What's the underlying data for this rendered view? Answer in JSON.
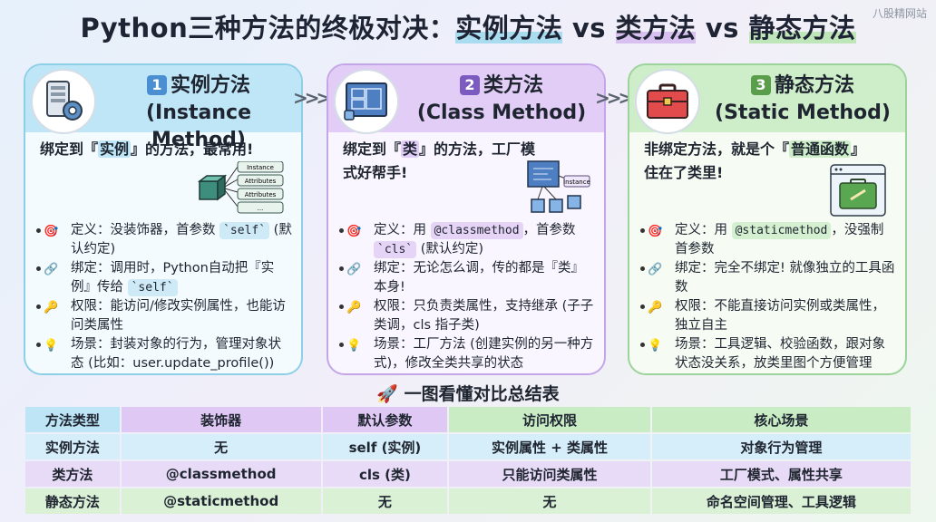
{
  "header": {
    "title_prefix": "Python三种方法的终极对决：",
    "title_part1": "实例方法",
    "vs1": " vs ",
    "title_part2": "类方法",
    "vs2": " vs ",
    "title_part3": "静态方法",
    "watermark": "八股精网站"
  },
  "cards": [
    {
      "num": "1",
      "title": "实例方法",
      "subtitle": "(Instance Method)",
      "desc_pre": "绑定到『",
      "desc_mark": "实例",
      "desc_post": "』的方法，最常用!",
      "illus_labels": [
        "Instance",
        "Attributes",
        "Attributes",
        "..."
      ],
      "bullets": [
        {
          "emoji": "🎯",
          "pre": "定义：没装饰器，首参数 ",
          "code": "`self`",
          "post": " (默认约定)"
        },
        {
          "emoji": "🔗",
          "pre": "绑定：调用时，Python自动把『实例』传给 ",
          "code": "`self`",
          "post": ""
        },
        {
          "emoji": "🔑",
          "pre": "权限：能访问/修改实例属性，也能访问类属性",
          "code": "",
          "post": ""
        },
        {
          "emoji": "💡",
          "pre": "场景：封装对象的行为，管理对象状态 (比如：user.update_profile())",
          "code": "",
          "post": ""
        }
      ]
    },
    {
      "num": "2",
      "title": "类方法",
      "subtitle": "(Class Method)",
      "desc_pre": "绑定到『",
      "desc_mark": "类",
      "desc_post": "』的方法，工厂模式好帮手!",
      "illus_labels": [
        "Instance"
      ],
      "bullets": [
        {
          "emoji": "🎯",
          "pre": "定义：用 ",
          "code": "@classmethod",
          "post": "，首参数 "
        },
        {
          "emoji": "🔗",
          "pre": "绑定：无论怎么调，传的都是『类』本身!",
          "code": "",
          "post": ""
        },
        {
          "emoji": "🔑",
          "pre": "权限：只负责类属性，支持继承 (子子类调，cls 指子类)",
          "code": "",
          "post": ""
        },
        {
          "emoji": "💡",
          "pre": "场景：工厂方法 (创建实例的另一种方式)，修改全类共享的状态",
          "code": "",
          "post": ""
        }
      ],
      "bullet1_code2": "`cls`",
      "bullet1_post2": " (默认约定)"
    },
    {
      "num": "3",
      "title": "静态方法",
      "subtitle": "(Static Method)",
      "desc_pre": "非绑定方法，就是个『",
      "desc_mark": "普通函数",
      "desc_post": "』住在了类里!",
      "illus_labels": [],
      "bullets": [
        {
          "emoji": "🎯",
          "pre": "定义：用 ",
          "code": "@staticmethod",
          "post": "，没强制首参数"
        },
        {
          "emoji": "🔗",
          "pre": "绑定：完全不绑定! 就像独立的工具函数",
          "code": "",
          "post": ""
        },
        {
          "emoji": "🔑",
          "pre": "权限：不能直接访问实例或类属性，独立自主",
          "code": "",
          "post": ""
        },
        {
          "emoji": "💡",
          "pre": "场景：工具逻辑、校验函数，跟对象状态没关系，放类里图个方便管理",
          "code": "",
          "post": ""
        }
      ]
    }
  ],
  "arrows": ">>>",
  "table": {
    "title": "🚀 一图看懂对比总结表",
    "headers": [
      "方法类型",
      "装饰器",
      "默认参数",
      "访问权限",
      "核心场景"
    ],
    "rows": [
      [
        "实例方法",
        "无",
        "self (实例)",
        "实例属性 + 类属性",
        "对象行为管理"
      ],
      [
        "类方法",
        "@classmethod",
        "cls (类)",
        "只能访问类属性",
        "工厂模式、属性共享"
      ],
      [
        "静态方法",
        "@staticmethod",
        "无",
        "无",
        "命名空间管理、工具逻辑"
      ]
    ]
  },
  "colors": {
    "blue": "#bfe6f6",
    "purple": "#e2cdf6",
    "green": "#cdeec9"
  }
}
